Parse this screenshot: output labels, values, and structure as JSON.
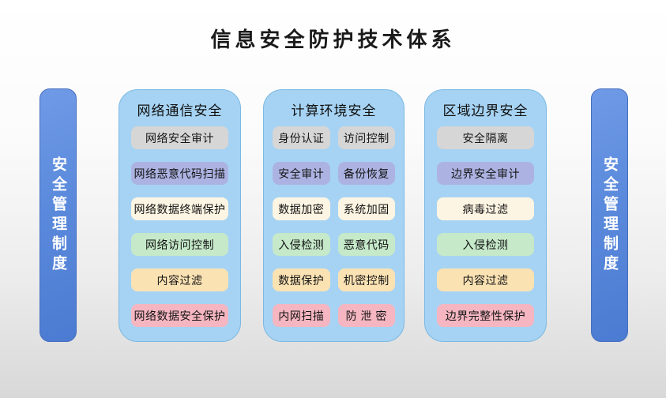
{
  "title": "信息安全防护技术体系",
  "left_bar": {
    "label": "安全管理制度"
  },
  "right_bar": {
    "label": "安全管理制度"
  },
  "colors": {
    "bar_blue": "#5b8adc",
    "bar_border": "#466fc0",
    "column_blue": "#a6d3f3",
    "column_border": "#7cb9e3",
    "row_colors": [
      "#d6d6d6",
      "#acb3e2",
      "#fdf5e3",
      "#c5e9c9",
      "#fbe2b3",
      "#f5b6c1"
    ],
    "background_bottom": "#d8d8d8"
  },
  "columns": [
    {
      "header": "网络通信安全",
      "rows": [
        [
          "网络安全审计"
        ],
        [
          "网络恶意代码扫描"
        ],
        [
          "网络数据终端保护"
        ],
        [
          "网络访问控制"
        ],
        [
          "内容过滤"
        ],
        [
          "网络数据安全保护"
        ]
      ]
    },
    {
      "header": "计算环境安全",
      "rows": [
        [
          "身份认证",
          "访问控制"
        ],
        [
          "安全审计",
          "备份恢复"
        ],
        [
          "数据加密",
          "系统加固"
        ],
        [
          "入侵检测",
          "恶意代码"
        ],
        [
          "数据保护",
          "机密控制"
        ],
        [
          "内网扫描",
          "防 泄 密"
        ]
      ]
    },
    {
      "header": "区域边界安全",
      "rows": [
        [
          "安全隔离"
        ],
        [
          "边界安全审计"
        ],
        [
          "病毒过滤"
        ],
        [
          "入侵检测"
        ],
        [
          "内容过滤"
        ],
        [
          "边界完整性保护"
        ]
      ]
    }
  ]
}
